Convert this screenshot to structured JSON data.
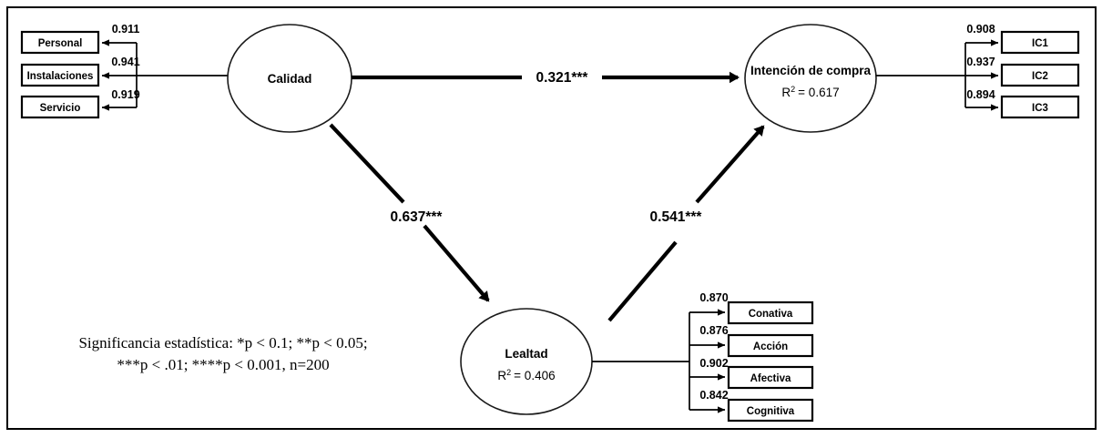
{
  "diagram": {
    "type": "structural-equation-model",
    "title": "",
    "background": "#ffffff",
    "frame_color": "#000000",
    "line_color": "#000000"
  },
  "constructs": [
    {
      "id": "calidad",
      "label": "Calidad",
      "r2": "",
      "has_r2": false
    },
    {
      "id": "intencion",
      "label": "Intención de compra",
      "r2": "= 0.617",
      "r2_value": 0.617,
      "has_r2": true,
      "r2_prefix": "R",
      "r2_sup": "2"
    },
    {
      "id": "lealtad",
      "label": "Lealtad",
      "r2": "= 0.406",
      "r2_value": 0.406,
      "has_r2": true,
      "r2_prefix": "R",
      "r2_sup": "2"
    }
  ],
  "indicators": {
    "calidad": [
      {
        "label": "Personal",
        "loading": "0.911"
      },
      {
        "label": "Instalaciones",
        "loading": "0.941"
      },
      {
        "label": "Servicio",
        "loading": "0.919"
      }
    ],
    "intencion": [
      {
        "label": "IC1",
        "loading": "0.908"
      },
      {
        "label": "IC2",
        "loading": "0.937"
      },
      {
        "label": "IC3",
        "loading": "0.894"
      }
    ],
    "lealtad": [
      {
        "label": "Conativa",
        "loading": "0.870"
      },
      {
        "label": "Acción",
        "loading": "0.876"
      },
      {
        "label": "Afectiva",
        "loading": "0.902"
      },
      {
        "label": "Cognitiva",
        "loading": "0.842"
      }
    ]
  },
  "paths": [
    {
      "id": "calidad-intencion",
      "from": "Calidad",
      "to": "Intención de compra",
      "label": "0.321***",
      "coefficient": 0.321,
      "stars": "***"
    },
    {
      "id": "calidad-lealtad",
      "from": "Calidad",
      "to": "Lealtad",
      "label": "0.637***",
      "coefficient": 0.637,
      "stars": "***"
    },
    {
      "id": "lealtad-intencion",
      "from": "Lealtad",
      "to": "Intención de compra",
      "label": "0.541***",
      "coefficient": 0.541,
      "stars": "***"
    }
  ],
  "legend": {
    "line1": "Significancia estadística: *p < 0.1; **p < 0.05;",
    "line2": "***p < .01; ****p < 0.001, n=200"
  }
}
